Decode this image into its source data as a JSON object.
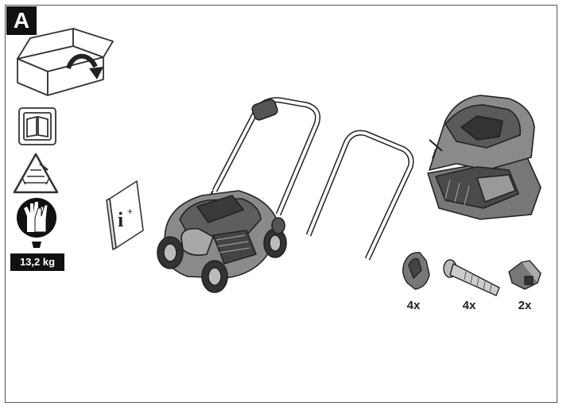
{
  "figure": {
    "label": "A"
  },
  "weight": {
    "text": "13,2 kg"
  },
  "icons": [
    "unbox-icon",
    "manual-icon",
    "safety-warning-icon",
    "gloves-icon",
    "info-booklet-icon"
  ],
  "parts": [
    {
      "name": "clamp-knob",
      "qty": "4x"
    },
    {
      "name": "bolt",
      "qty": "4x"
    },
    {
      "name": "cable-holder",
      "qty": "2x"
    }
  ]
}
